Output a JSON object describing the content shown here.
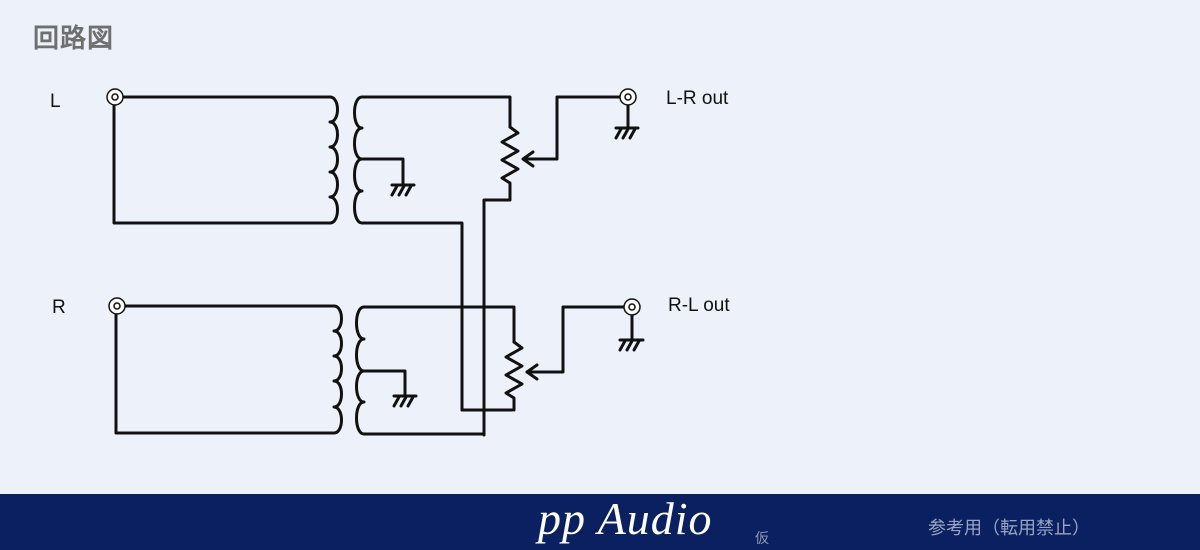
{
  "header": {
    "title": "回路図"
  },
  "diagram": {
    "inputs": {
      "left": "L",
      "right": "R"
    },
    "outputs": {
      "lr": "L-R out",
      "rl": "R-L out"
    }
  },
  "footer": {
    "brand": "pp Audio",
    "brand_mark": "仮",
    "notice": "参考用（転用禁止）"
  }
}
